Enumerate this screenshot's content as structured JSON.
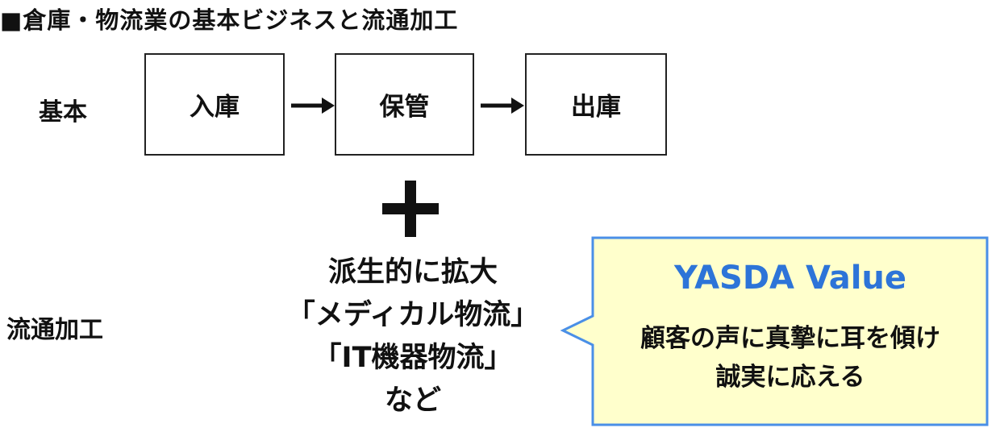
{
  "title": "■倉庫・物流業の基本ビジネスと流通加工",
  "basic": {
    "label": "基本",
    "steps": [
      "入庫",
      "保管",
      "出庫"
    ]
  },
  "plus_symbol": "＋",
  "processing": {
    "label": "流通加工",
    "lines": [
      "派生的に拡大",
      "「メディカル物流」",
      "「IT機器物流」",
      "など"
    ]
  },
  "callout": {
    "title": "YASDA Value",
    "lines": [
      "顧客の声に真摯に耳を傾け",
      "誠実に応える"
    ]
  },
  "colors": {
    "accent_blue": "#2d74d8",
    "callout_fill": "#ffffcc",
    "callout_border": "#4a8fe7"
  },
  "icons": {
    "arrow": "right-arrow-icon",
    "plus": "plus-icon"
  }
}
